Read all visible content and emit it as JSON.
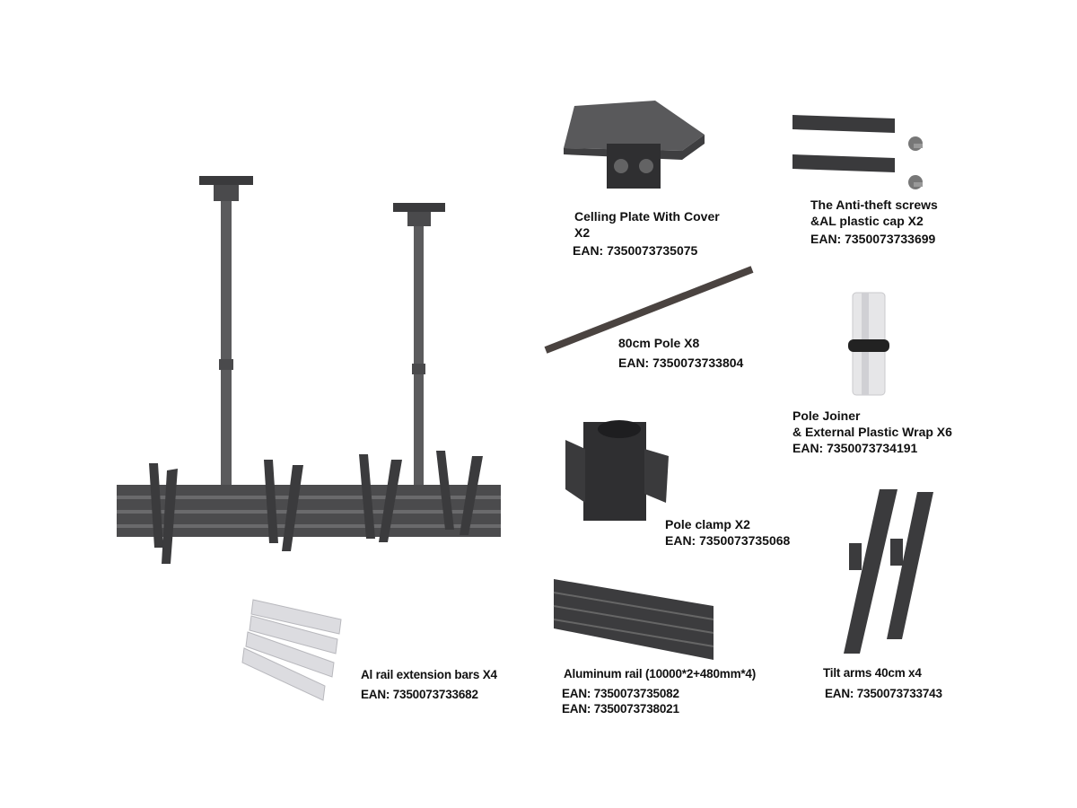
{
  "parts": [
    {
      "id": "ceiling-plate",
      "lines": [
        "Celling Plate With Cover",
        "X2"
      ],
      "ean": "EAN: 7350073735075"
    },
    {
      "id": "anti-theft",
      "lines": [
        "The Anti-theft screws",
        "&AL plastic cap X2"
      ],
      "ean": "EAN: 7350073733699"
    },
    {
      "id": "pole",
      "lines": [
        "80cm Pole X8"
      ],
      "ean": "EAN: 7350073733804"
    },
    {
      "id": "pole-joiner",
      "lines": [
        "Pole Joiner",
        "& External Plastic Wrap X6"
      ],
      "ean": "EAN: 7350073734191"
    },
    {
      "id": "pole-clamp",
      "lines": [
        "Pole clamp X2"
      ],
      "ean": "EAN: 7350073735068"
    },
    {
      "id": "extension-bars",
      "lines": [
        "Al rail extension bars X4"
      ],
      "ean": "EAN: 7350073733682"
    },
    {
      "id": "aluminum-rail",
      "lines": [
        "Aluminum rail (10000*2+480mm*4)"
      ],
      "ean": "EAN: 7350073735082",
      "ean2": "EAN: 7350073738021"
    },
    {
      "id": "tilt-arms",
      "lines": [
        "Tilt arms 40cm x4"
      ],
      "ean": "EAN: 7350073733743"
    }
  ],
  "colors": {
    "metal": "#3d3d3f",
    "metal_light": "#5a5a5c",
    "pole": "#4a4340",
    "white_part": "#e8e8ea"
  }
}
